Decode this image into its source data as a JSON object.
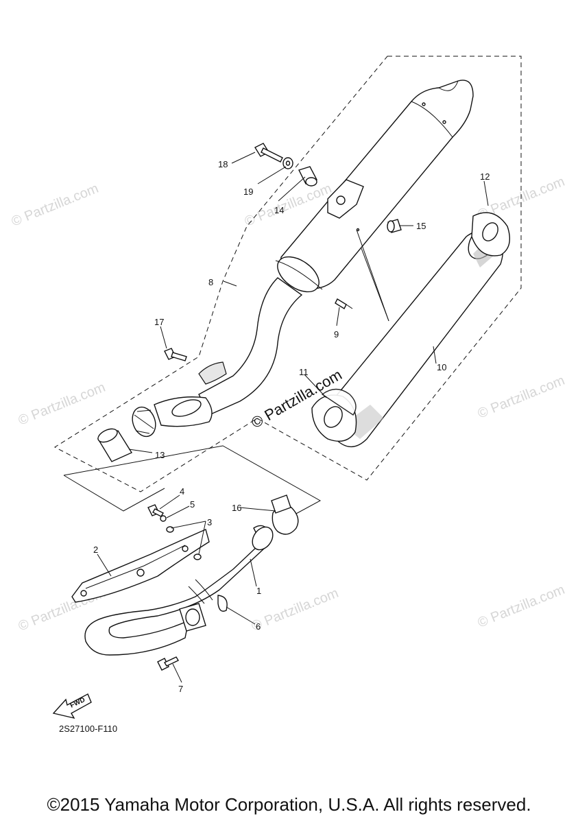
{
  "diagram": {
    "callouts": [
      {
        "id": "c1",
        "text": "1"
      },
      {
        "id": "c2",
        "text": "2"
      },
      {
        "id": "c3",
        "text": "3"
      },
      {
        "id": "c4",
        "text": "4"
      },
      {
        "id": "c5",
        "text": "5"
      },
      {
        "id": "c6",
        "text": "6"
      },
      {
        "id": "c7",
        "text": "7"
      },
      {
        "id": "c8",
        "text": "8"
      },
      {
        "id": "c9",
        "text": "9"
      },
      {
        "id": "c10",
        "text": "10"
      },
      {
        "id": "c11",
        "text": "11"
      },
      {
        "id": "c12",
        "text": "12"
      },
      {
        "id": "c13",
        "text": "13"
      },
      {
        "id": "c14",
        "text": "14"
      },
      {
        "id": "c15",
        "text": "15"
      },
      {
        "id": "c16",
        "text": "16"
      },
      {
        "id": "c17",
        "text": "17"
      },
      {
        "id": "c18",
        "text": "18"
      },
      {
        "id": "c19",
        "text": "19"
      }
    ],
    "diagram_code": "2S27100-F110",
    "fwd_label": "FWD",
    "watermark_main": "© Partzilla.com",
    "watermark_faint": "© Partzilla.com",
    "copyright": "©2015 Yamaha Motor Corporation, U.S.A. All rights reserved."
  }
}
